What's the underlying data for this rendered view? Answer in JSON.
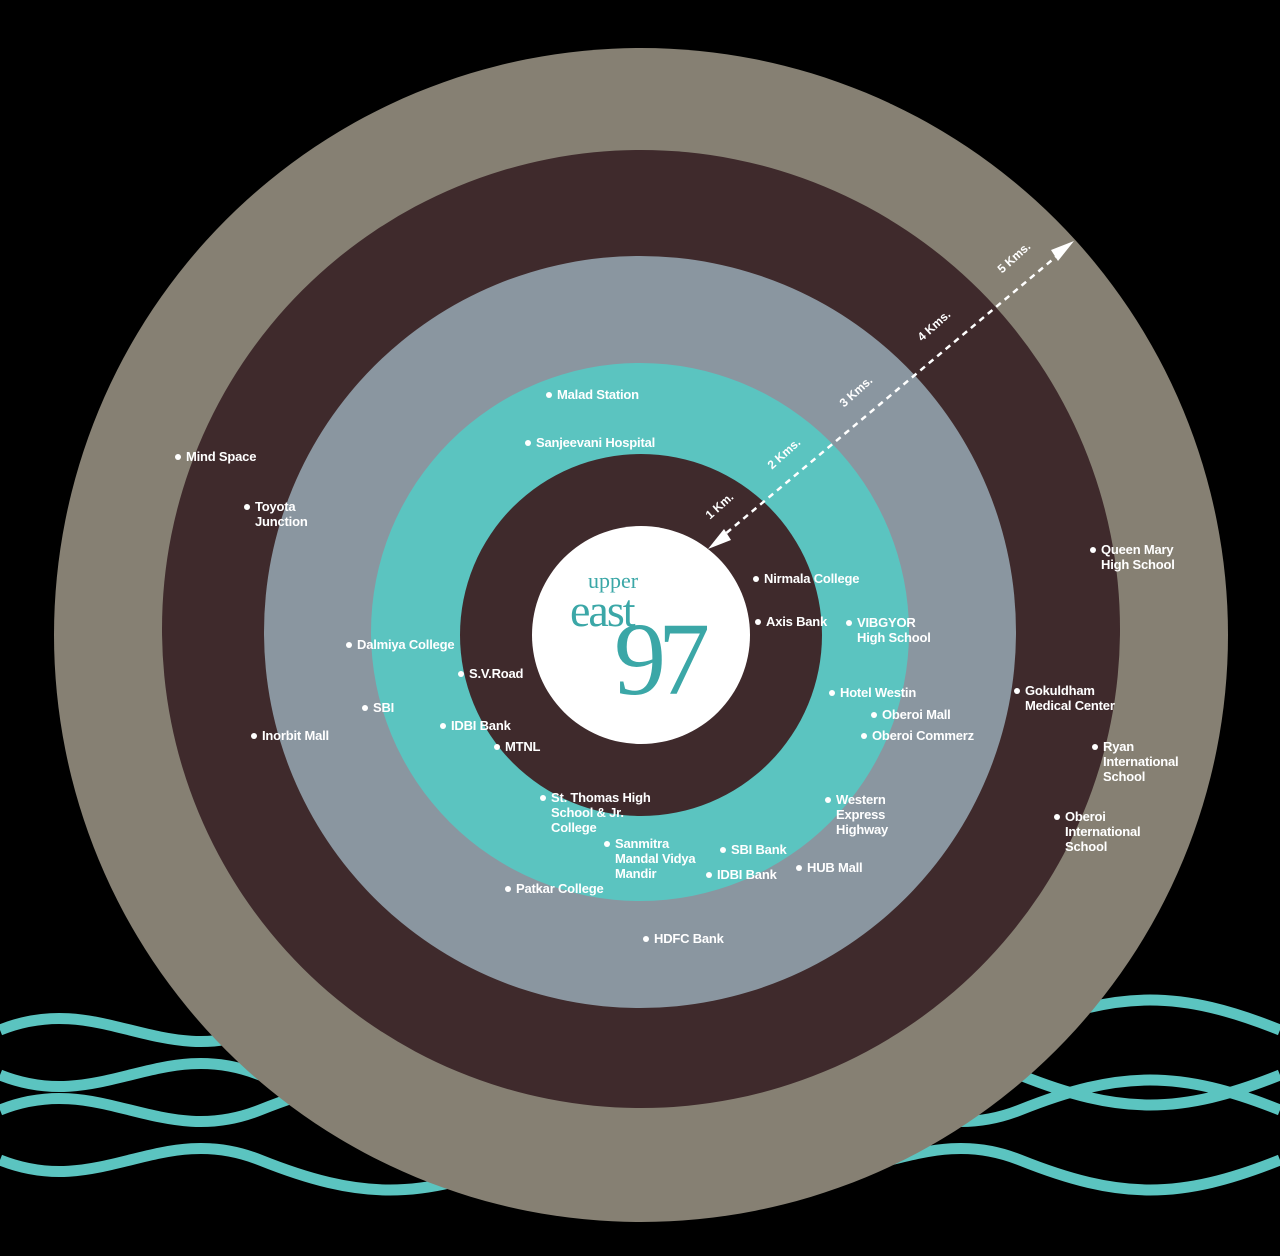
{
  "logo": {
    "line1": "upper",
    "line2": "east",
    "line3": "97"
  },
  "colors": {
    "background": "#000000",
    "ring_5km": "#868073",
    "ring_4km": "#3f2a2c",
    "ring_3km": "#8a96a0",
    "ring_2km": "#5bc4c0",
    "ring_1km": "#3f2a2c",
    "center": "#ffffff",
    "wave": "#5bc4c0"
  },
  "distances": [
    "1 Km.",
    "2 Kms.",
    "3 Kms.",
    "4 Kms.",
    "5 Kms."
  ],
  "landmarks": [
    {
      "lines": [
        "Malad Station"
      ]
    },
    {
      "lines": [
        "Sanjeevani Hospital"
      ]
    },
    {
      "lines": [
        "Mind Space"
      ]
    },
    {
      "lines": [
        "Toyota",
        "Junction"
      ]
    },
    {
      "lines": [
        "Nirmala College"
      ]
    },
    {
      "lines": [
        "Axis Bank"
      ]
    },
    {
      "lines": [
        "VIBGYOR",
        "High School"
      ]
    },
    {
      "lines": [
        "Queen Mary",
        "High School"
      ]
    },
    {
      "lines": [
        "Dalmiya College"
      ]
    },
    {
      "lines": [
        "S.V.Road"
      ]
    },
    {
      "lines": [
        "SBI"
      ]
    },
    {
      "lines": [
        "IDBI Bank"
      ]
    },
    {
      "lines": [
        "MTNL"
      ]
    },
    {
      "lines": [
        "Inorbit Mall"
      ]
    },
    {
      "lines": [
        "Hotel Westin"
      ]
    },
    {
      "lines": [
        "Oberoi Mall"
      ]
    },
    {
      "lines": [
        "Oberoi Commerz"
      ]
    },
    {
      "lines": [
        "Gokuldham",
        "Medical Center"
      ]
    },
    {
      "lines": [
        "Ryan",
        "International",
        "School"
      ]
    },
    {
      "lines": [
        "Oberoi",
        "International",
        "School"
      ]
    },
    {
      "lines": [
        "St. Thomas High",
        "School & Jr.",
        "College"
      ]
    },
    {
      "lines": [
        "Sanmitra",
        "Mandal Vidya",
        "Mandir"
      ]
    },
    {
      "lines": [
        "SBI Bank"
      ]
    },
    {
      "lines": [
        "IDBI Bank"
      ]
    },
    {
      "lines": [
        "HUB Mall"
      ]
    },
    {
      "lines": [
        "Western",
        "Express",
        "Highway"
      ]
    },
    {
      "lines": [
        "Patkar College"
      ]
    },
    {
      "lines": [
        "HDFC Bank"
      ]
    }
  ]
}
